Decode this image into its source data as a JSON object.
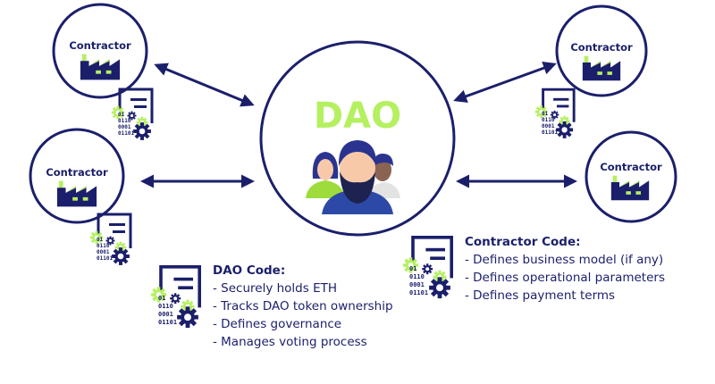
{
  "colors": {
    "navy": "#1b1f6b",
    "green": "#b4f060"
  },
  "center": {
    "title": "DAO",
    "icon": "people-group-icon"
  },
  "contractors": [
    {
      "label": "Contractor",
      "icon": "factory-icon"
    },
    {
      "label": "Contractor",
      "icon": "factory-icon"
    },
    {
      "label": "Contractor",
      "icon": "factory-icon"
    },
    {
      "label": "Contractor",
      "icon": "factory-icon"
    }
  ],
  "binary": [
    "01",
    "0110",
    "0001",
    "01101"
  ],
  "dao_code": {
    "title": "DAO Code:",
    "items": [
      "- Securely holds ETH",
      "- Tracks DAO token ownership",
      "- Defines governance",
      "- Manages voting process"
    ]
  },
  "contractor_code": {
    "title": "Contractor Code:",
    "items": [
      "- Defines business model (if any)",
      "- Defines operational parameters",
      "- Defines payment terms"
    ]
  }
}
